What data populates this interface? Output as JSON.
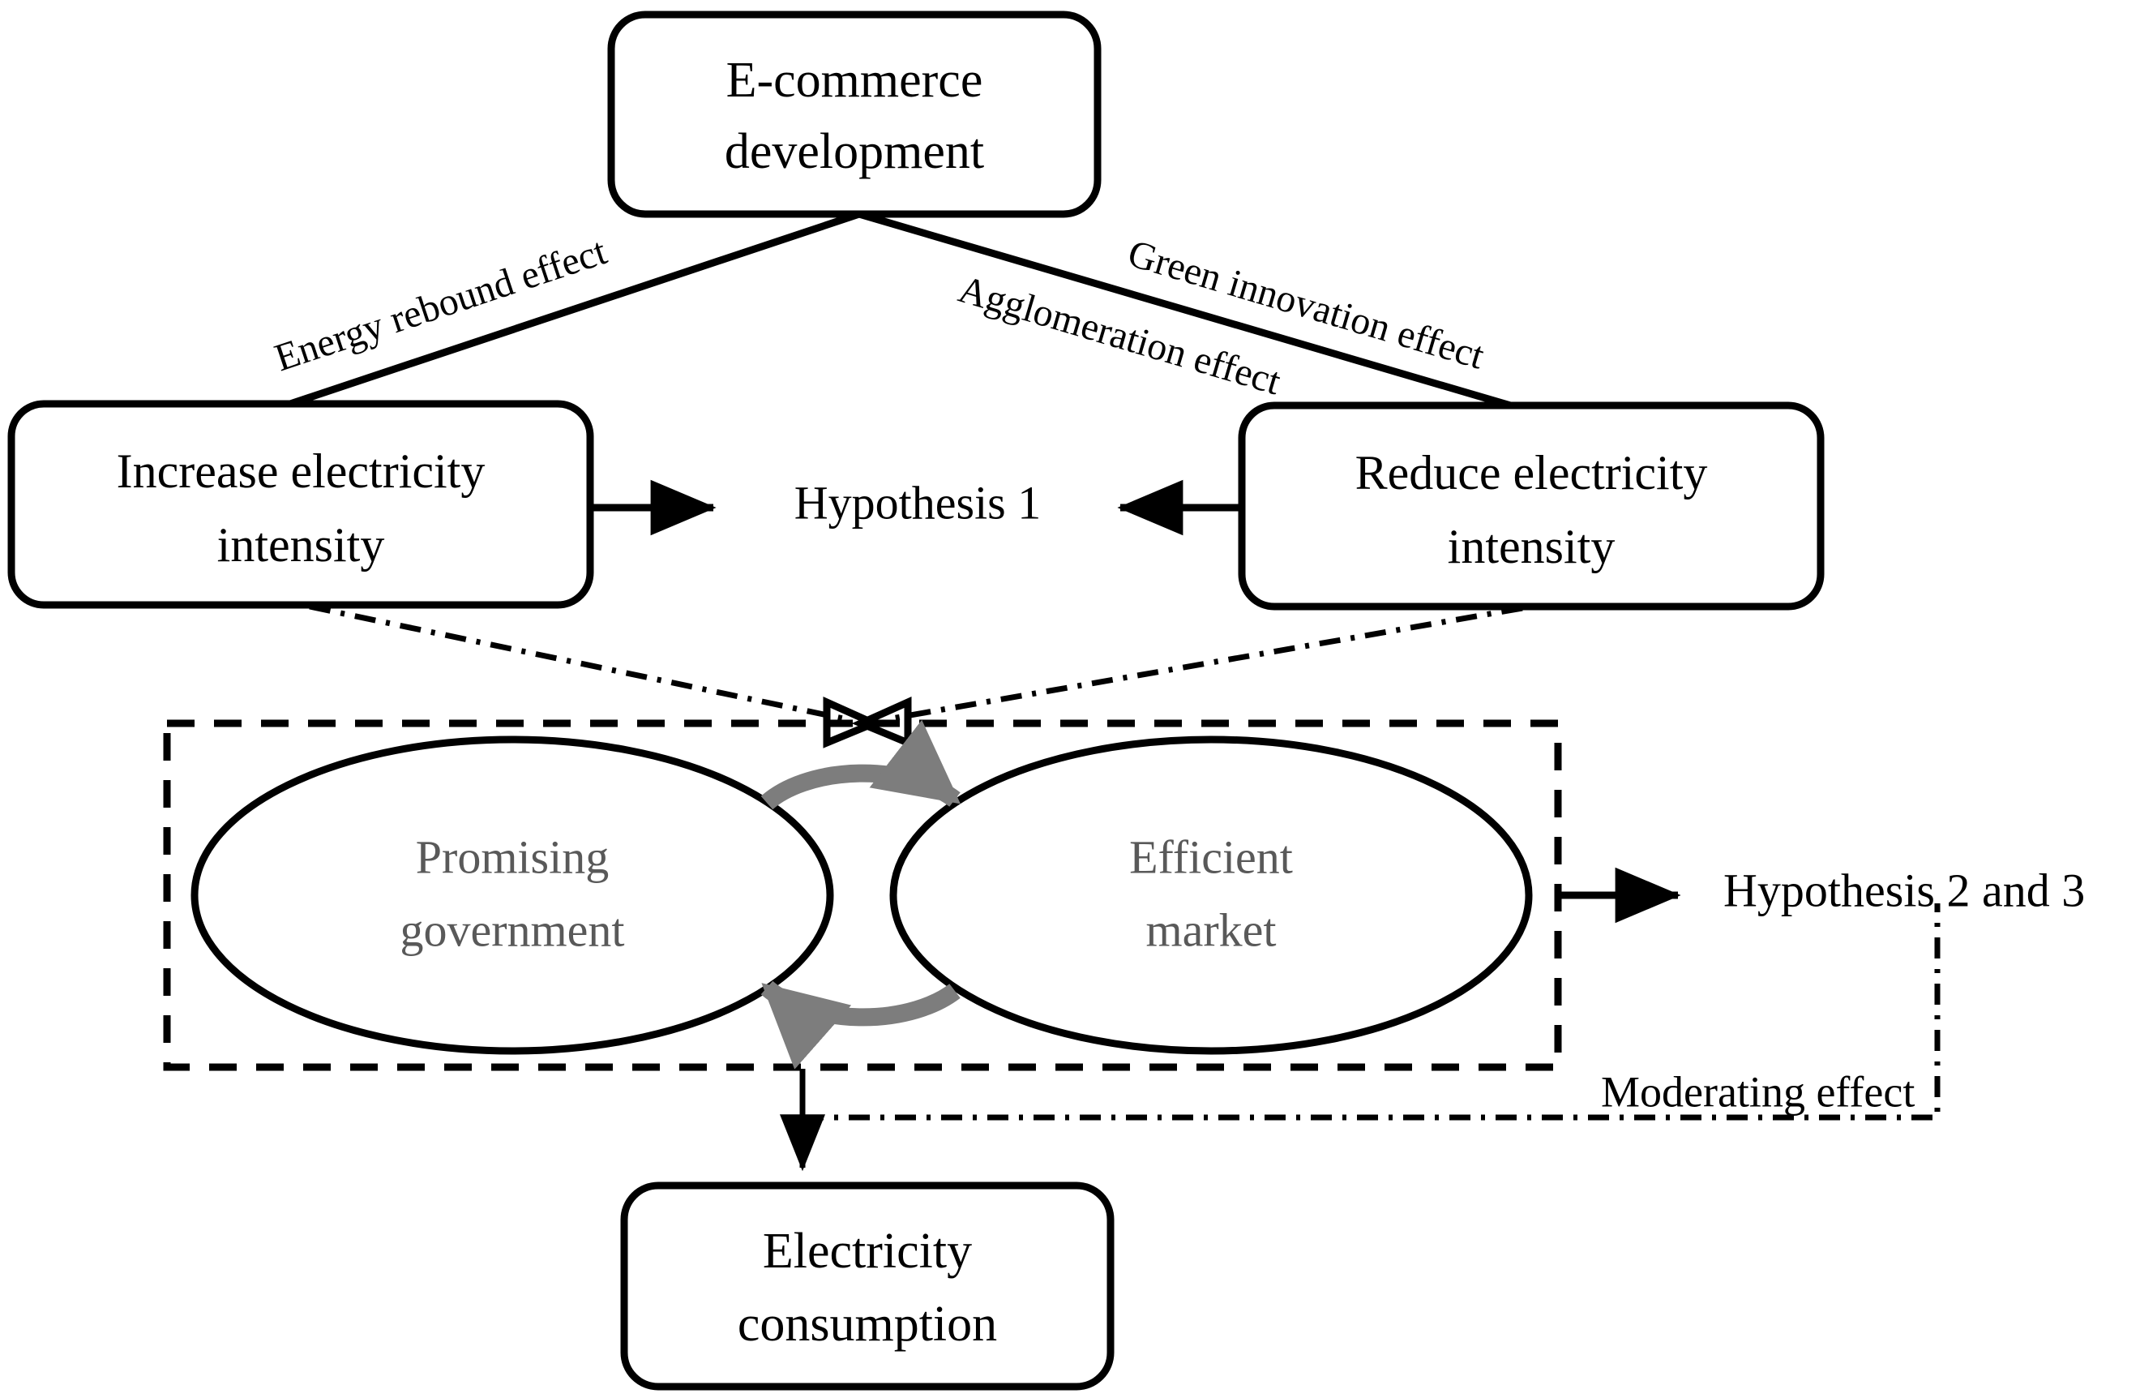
{
  "figure": {
    "title": "E-commerce development and electricity consumption conceptual framework",
    "accent_color": "#000000",
    "ellipse_text_color": "#595959",
    "gray_arrow_color": "#7d7d7d",
    "background": "#ffffff"
  },
  "nodes": {
    "top_box": {
      "line1": "E-commerce",
      "line2": "development"
    },
    "left_box": {
      "line1": "Increase electricity",
      "line2": "intensity"
    },
    "right_box": {
      "line1": "Reduce electricity",
      "line2": "intensity"
    },
    "left_ellipse": {
      "line1": "Promising",
      "line2": "government"
    },
    "right_ellipse": {
      "line1": "Efficient",
      "line2": "market"
    },
    "bottom_box": {
      "line1": "Electricity",
      "line2": "consumption"
    }
  },
  "edge_labels": {
    "energy_rebound": "Energy rebound effect",
    "green_innovation": "Green innovation effect",
    "agglomeration": "Agglomeration effect",
    "moderating": "Moderating effect"
  },
  "annotations": {
    "hypothesis_1": "Hypothesis 1",
    "hypothesis_2_and_3": "Hypothesis 2 and 3"
  },
  "icons": {
    "cycle_top_arrow": "curved-arrow-right-icon",
    "cycle_bottom_arrow": "curved-arrow-left-icon",
    "arrow_to_hypothesis_left": "arrow-right-icon",
    "arrow_to_hypothesis_right": "arrow-left-icon",
    "arrow_to_hypothesis_23": "arrow-right-icon",
    "arrow_to_consumption": "arrow-down-icon"
  }
}
